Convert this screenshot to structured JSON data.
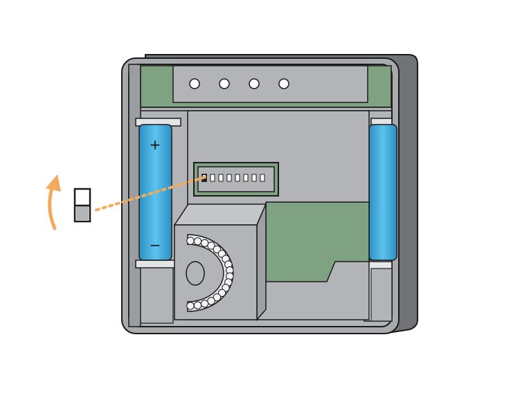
{
  "diagram": {
    "battery_left": {
      "positive_label": "+",
      "negative_label": "−"
    },
    "battery_right": {
      "positive_label": "+",
      "negative_label": "−"
    },
    "dip_switch": {
      "count": 8,
      "on_index": 0
    },
    "indicator_dots": 4,
    "rotary_dial_beads": 18,
    "colors": {
      "casing_outer": "#6f7073",
      "casing_body": "#a6a7aa",
      "casing_inner": "#b2b3b6",
      "pcb_green": "#7fa382",
      "battery_blue": "#3aa7dc",
      "arrow_orange": "#f5a95a",
      "outline": "#1a1a1a"
    }
  }
}
